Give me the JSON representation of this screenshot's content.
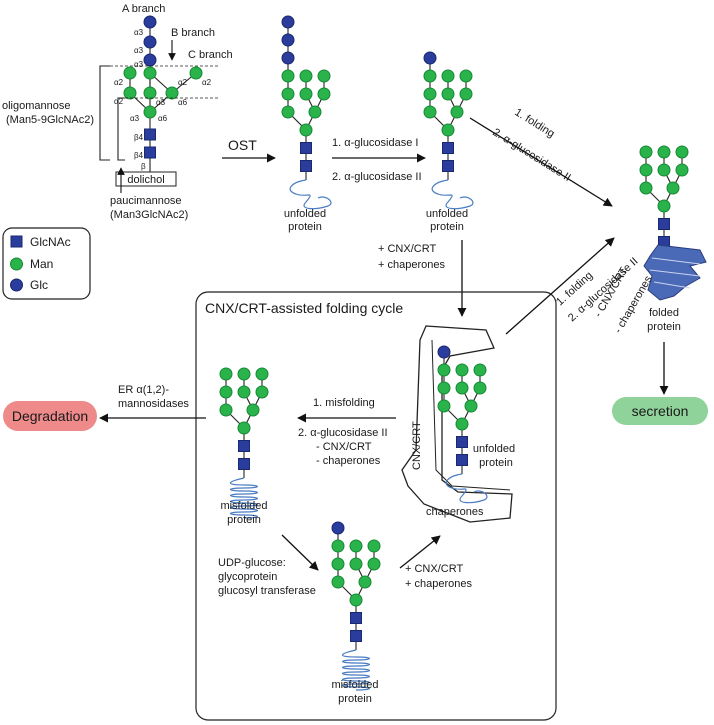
{
  "legend": {
    "items": [
      {
        "label": "GlcNAc",
        "shape": "square",
        "color": "#2a3d9c"
      },
      {
        "label": "Man",
        "shape": "circle",
        "color": "#29b34a"
      },
      {
        "label": "Glc",
        "shape": "circle",
        "color": "#2a3d9c"
      }
    ]
  },
  "top_glycan": {
    "branch_a": "A branch",
    "branch_b": "B branch",
    "branch_c": "C branch",
    "bonds": {
      "a3_1": "α3",
      "a3_2": "α3",
      "a3_3": "α3",
      "a2_b": "α2",
      "a2_c": "α2",
      "a2_left": "α2",
      "a2_m": "α2",
      "a3_m": "α3",
      "a6_m": "α6",
      "a3_core": "α3",
      "a6_core": "α6",
      "b4_1": "β4",
      "b4_2": "β4",
      "b_end": "β"
    },
    "dolichol": "dolichol",
    "oligomannose_line1": "oligomannose",
    "oligomannose_line2": "(Man5-9GlcNAc2)",
    "paucimannose_line1": "paucimannose",
    "paucimannose_line2": "(Man3GlcNAc2)"
  },
  "steps": {
    "ost": "OST",
    "glucosidase_1": "1. α-glucosidase I",
    "glucosidase_2": "2. α-glucosidase II",
    "unfolded_1": "unfolded",
    "protein_1": "protein",
    "unfolded_2": "unfolded",
    "protein_2": "protein",
    "direct_folding": "1. folding",
    "direct_glucosidase": "2. α-glucosidase II",
    "cnx_crt_enter": "+ CNX/CRT",
    "chaperones_enter": "+ chaperones",
    "folded": "folded",
    "folded_protein": "protein",
    "secretion": "secretion"
  },
  "cycle": {
    "title": "CNX/CRT-assisted folding cycle",
    "exit_folding": "1. folding",
    "exit_glucosidase": "2. α-glucosidase II",
    "exit_cnx": "- CNX/CRT",
    "exit_chaperones": "- chaperones",
    "cnx_crt_label": "CNX/CRT",
    "chaperones_label": "chaperones",
    "unfolded": "unfolded",
    "unfolded_protein": "protein",
    "misfolding": "1. misfolding",
    "mis_glucosidase": "2. α-glucosidase II",
    "mis_cnx": "- CNX/CRT",
    "mis_chaperones": "- chaperones",
    "misfolded_1": "misfolded",
    "misfolded_protein_1": "protein",
    "ugt_line1": "UDP-glucose:",
    "ugt_line2": "glycoprotein",
    "ugt_line3": "glucosyl transferase",
    "rebind_cnx": "+ CNX/CRT",
    "rebind_chaperones": "+ chaperones",
    "misfolded_2": "misfolded",
    "misfolded_protein_2": "protein"
  },
  "degradation": {
    "mannosidase_line1": "ER α(1,2)-",
    "mannosidase_line2": "mannosidases",
    "label": "Degradation"
  },
  "colors": {
    "glc": "#2a3d9c",
    "man": "#29b34a",
    "glcnac": "#2a3d9c",
    "degradation_fill": "#ee8a8a",
    "secretion_fill": "#8fd39a",
    "protein_stroke": "#4a7cc4"
  }
}
